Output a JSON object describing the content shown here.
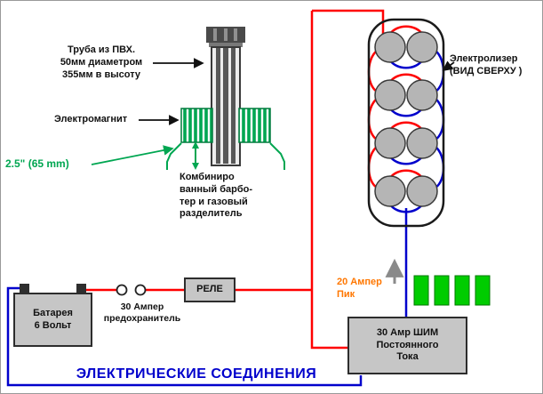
{
  "diagram": {
    "title": "ЭЛЕКТРИЧЕСКИЕ СОЕДИНЕНИЯ",
    "labels": {
      "pipe": "Труба из ПВХ.\n50мм диаметром\n355мм в высоту",
      "electromagnet": "Электромагнит",
      "dimension": "2.5\" (65 mm)",
      "bubbler": "Комбиниро\nванный барбо-\nтер и газовый\nразделитель",
      "electrolyzer": "Электролизер\n(ВИД СВЕРХУ )",
      "fuse": "30 Ампер\nпредохранитель",
      "peak_current": "20 Ампер\nПик"
    },
    "components": {
      "battery": "Батарея\n6 Вольт",
      "relay": "РЕЛЕ",
      "pwm": "30 Амр ШИМ\nПостоянного\nТока"
    },
    "colors": {
      "wire_positive": "#ff0000",
      "wire_negative": "#0000cc",
      "coil_green": "#00a651",
      "pulse_green": "#00cc00",
      "peak_orange": "#ff7700",
      "title_blue": "#0000cc",
      "box_gray": "#c6c6c6"
    }
  }
}
